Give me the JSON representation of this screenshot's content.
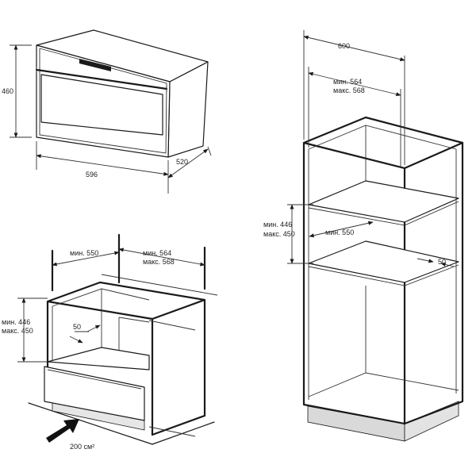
{
  "colors": {
    "line": "#1a1a1a",
    "oven_window": "#b9a1a1",
    "plinth": "#d9d9d9",
    "arrow": "#111111"
  },
  "oven": {
    "height_label": "460",
    "width_label": "596",
    "depth_label": "520"
  },
  "tall_cabinet": {
    "width_label": "600",
    "inner_width_min": "мин. 564",
    "inner_width_max": "макс. 568",
    "niche_height_min": "мин. 446",
    "niche_height_max": "макс. 450",
    "depth_min": "мин. 550",
    "gap_label": "50"
  },
  "base_cabinet": {
    "depth_min": "мин. 550",
    "inner_width_min": "мин. 564",
    "inner_width_max": "макс. 568",
    "niche_height_min": "мин. 446",
    "niche_height_max": "макс. 450",
    "gap_label": "50",
    "vent_label": "200 см²"
  },
  "icons": [
    "dimension-arrow-icon",
    "airflow-arrow-icon"
  ]
}
